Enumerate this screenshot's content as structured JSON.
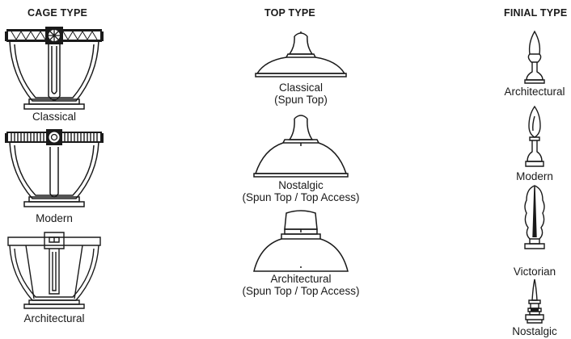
{
  "headers": {
    "cage": "CAGE TYPE",
    "top": "TOP TYPE",
    "finial": "FINIAL TYPE"
  },
  "cages": [
    {
      "label": "Classical",
      "icon": "classical-cage-icon"
    },
    {
      "label": "Modern",
      "icon": "modern-cage-icon"
    },
    {
      "label": "Architectural",
      "icon": "architectural-cage-icon"
    }
  ],
  "tops": [
    {
      "label": "Classical",
      "sub": "(Spun Top)",
      "icon": "classical-top-icon"
    },
    {
      "label": "Nostalgic",
      "sub": "(Spun Top / Top Access)",
      "icon": "nostalgic-top-icon"
    },
    {
      "label": "Architectural",
      "sub": "(Spun Top / Top Access)",
      "icon": "architectural-top-icon"
    }
  ],
  "finials": [
    {
      "label": "Architectural",
      "icon": "architectural-finial-icon"
    },
    {
      "label": "Modern",
      "icon": "modern-finial-icon"
    },
    {
      "label": "Victorian",
      "icon": "victorian-finial-icon"
    },
    {
      "label": "Nostalgic",
      "icon": "nostalgic-finial-icon"
    }
  ]
}
